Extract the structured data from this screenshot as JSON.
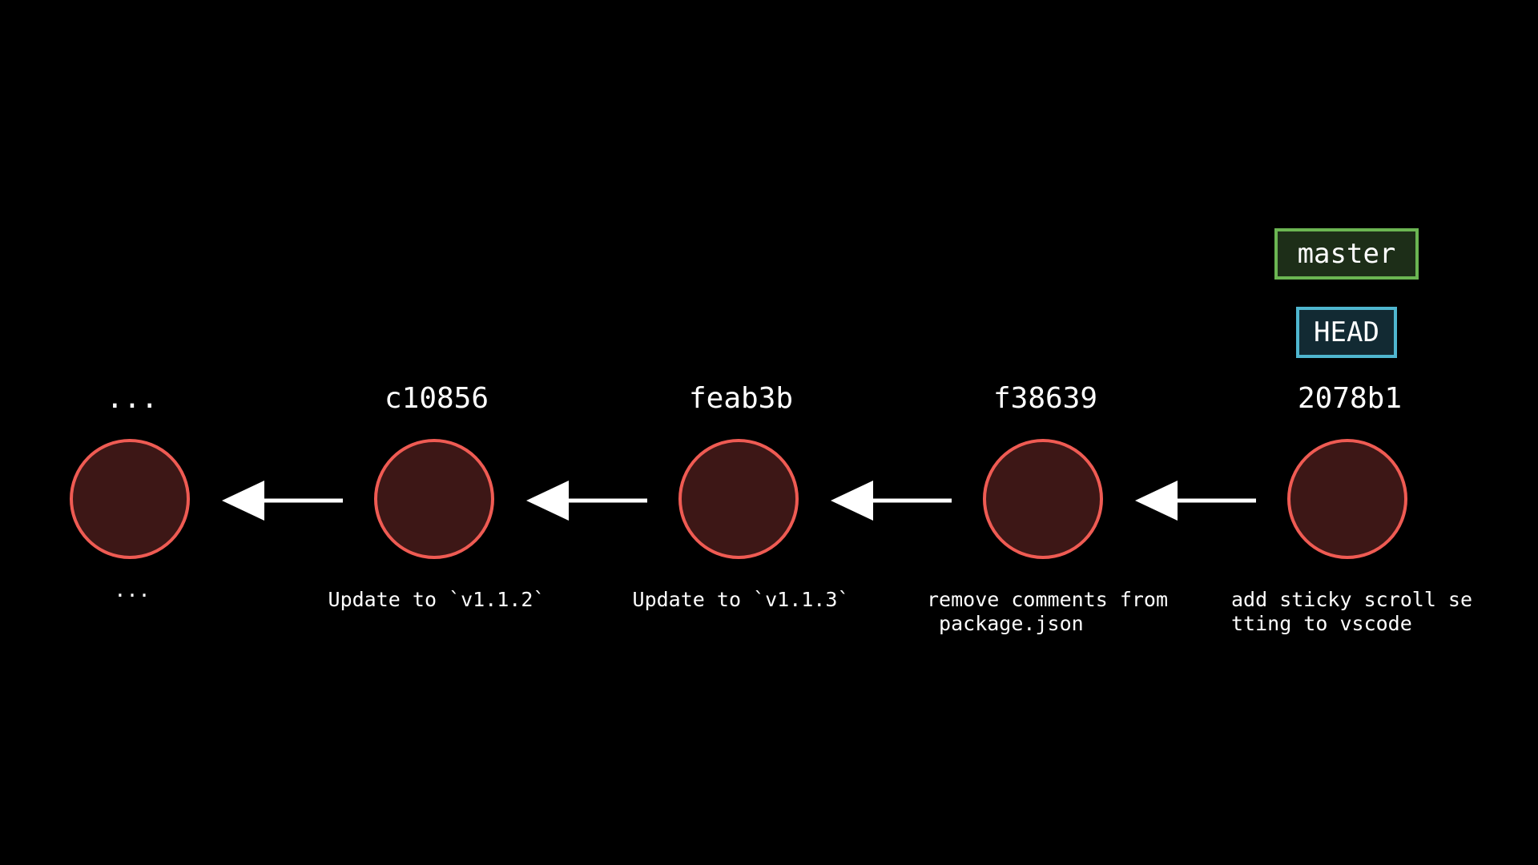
{
  "commits": [
    {
      "hash": "...",
      "message": "..."
    },
    {
      "hash": "c10856",
      "message": "Update to `v1.1.2`"
    },
    {
      "hash": "feab3b",
      "message": "Update to `v1.1.3`"
    },
    {
      "hash": "f38639",
      "message": "remove comments from\n package.json"
    },
    {
      "hash": "2078b1",
      "message": "add sticky scroll se\ntting to vscode"
    }
  ],
  "refs": {
    "branch": "master",
    "head": "HEAD"
  },
  "colors": {
    "background": "#000000",
    "node_fill": "#3d1716",
    "node_stroke": "#ef5b53",
    "branch_border": "#6bb552",
    "branch_fill": "#1d2e18",
    "head_border": "#4fb6cf",
    "head_fill": "#122a33",
    "arrow": "#ffffff"
  }
}
